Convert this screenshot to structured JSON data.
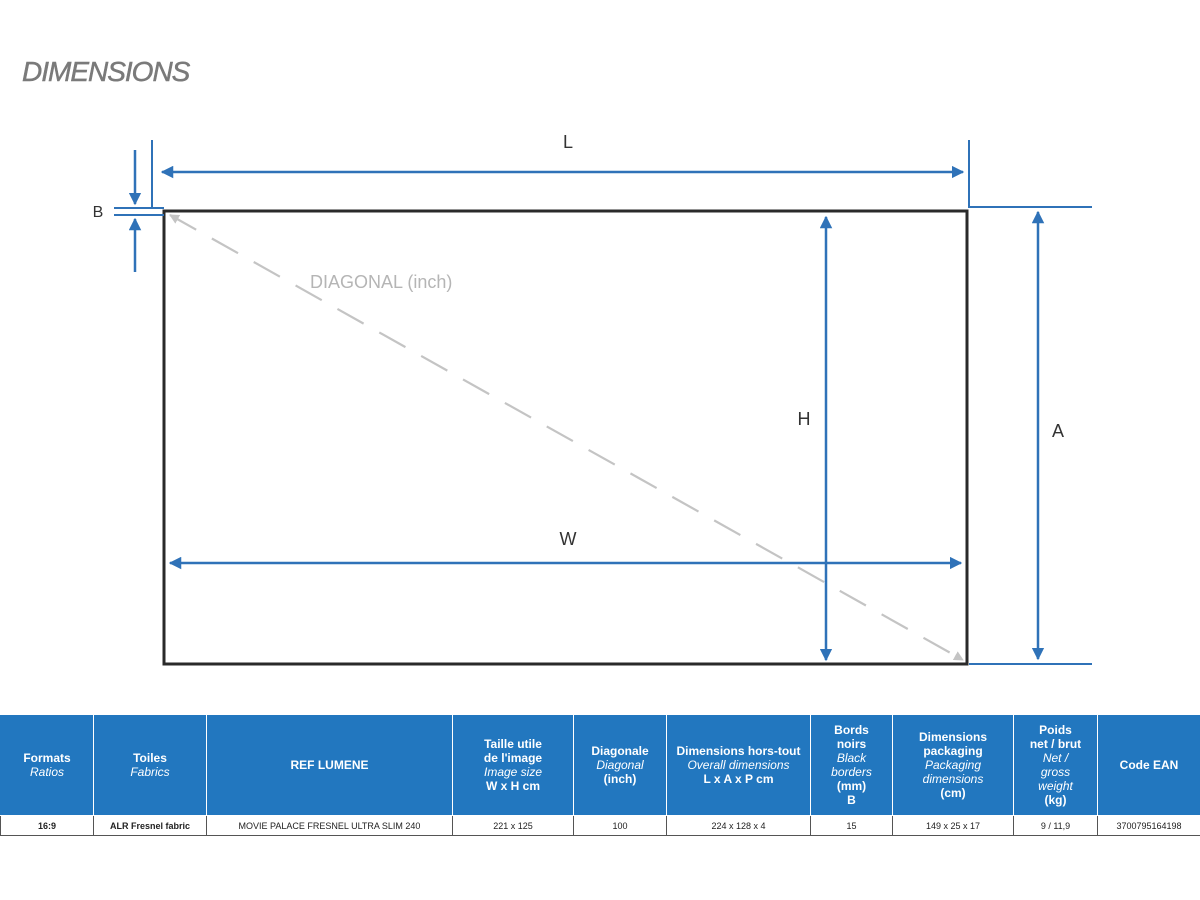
{
  "title": "DIMENSIONS",
  "diagram": {
    "labels": {
      "length": "L",
      "border": "B",
      "height": "H",
      "overall_height": "A",
      "width": "W",
      "diagonal": "DIAGONAL (inch)"
    },
    "colors": {
      "arrow": "#2f72b8",
      "frame": "#2a2a2a",
      "diagonal": "#c4c4c4"
    }
  },
  "table": {
    "header_color": "#2277bf",
    "headers": [
      {
        "bold": [
          "Formats"
        ],
        "italic": [
          "Ratios"
        ],
        "bold_after": []
      },
      {
        "bold": [
          "Toiles"
        ],
        "italic": [
          "Fabrics"
        ],
        "bold_after": []
      },
      {
        "bold": [
          "REF LUMENE"
        ],
        "italic": [],
        "bold_after": []
      },
      {
        "bold": [
          "Taille utile",
          "de l'image"
        ],
        "italic": [
          "Image size"
        ],
        "bold_after": [
          "W x H cm"
        ]
      },
      {
        "bold": [
          "Diagonale"
        ],
        "italic": [
          "Diagonal"
        ],
        "bold_after": [
          "(inch)"
        ]
      },
      {
        "bold": [
          "Dimensions hors-tout"
        ],
        "italic": [
          "Overall dimensions"
        ],
        "bold_after": [
          "L x A x P cm"
        ]
      },
      {
        "bold": [
          "Bords",
          "noirs"
        ],
        "italic": [
          "Black",
          "borders"
        ],
        "bold_after": [
          "(mm)",
          "B"
        ]
      },
      {
        "bold": [
          "Dimensions",
          "packaging"
        ],
        "italic": [
          "Packaging",
          "dimensions"
        ],
        "bold_after": [
          "(cm)"
        ]
      },
      {
        "bold": [
          "Poids",
          "net / brut"
        ],
        "italic": [
          "Net /",
          "gross",
          "weight"
        ],
        "bold_after": [
          "(kg)"
        ]
      },
      {
        "bold": [
          "Code EAN"
        ],
        "italic": [],
        "bold_after": []
      }
    ],
    "rows": [
      [
        "16:9",
        "ALR Fresnel fabric",
        "MOVIE PALACE FRESNEL ULTRA SLIM 240",
        "221 x 125",
        "100",
        "224 x 128 x 4",
        "15",
        "149 x 25 x 17",
        "9 / 11,9",
        "3700795164198"
      ]
    ]
  }
}
